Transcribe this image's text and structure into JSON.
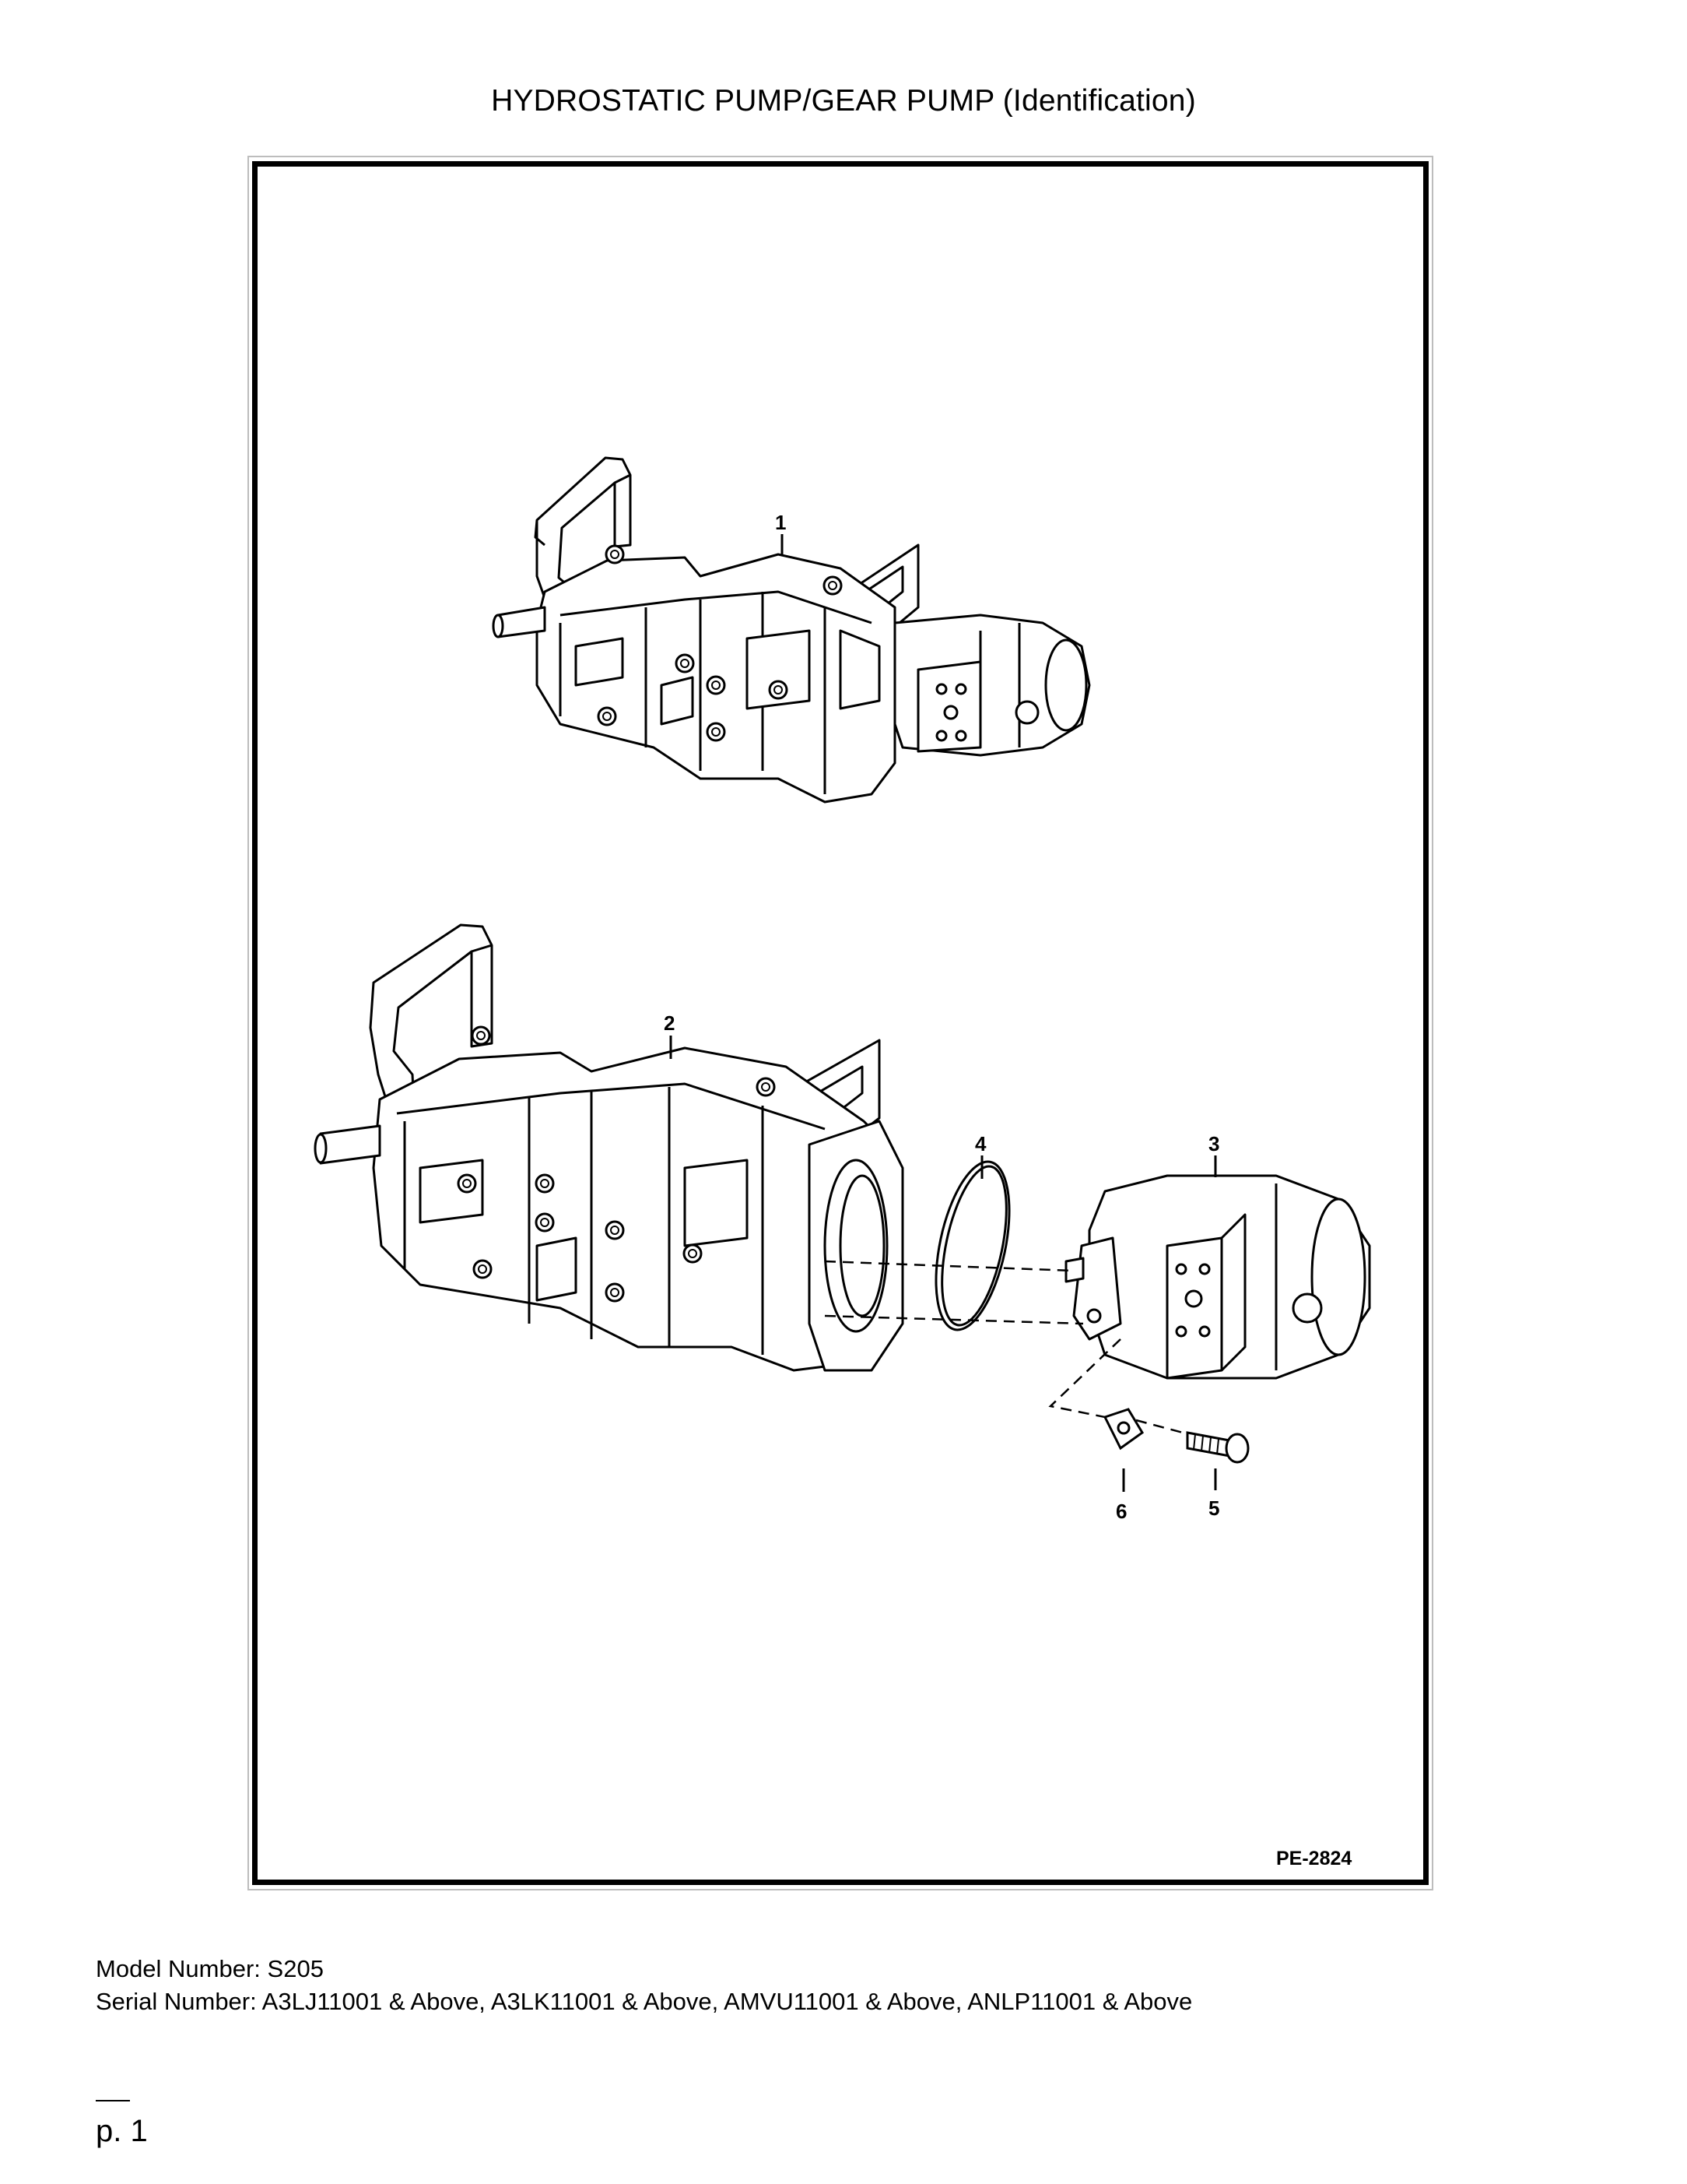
{
  "page": {
    "title": "HYDROSTATIC PUMP/GEAR PUMP (Identification)",
    "page_number": "p. 1"
  },
  "figure": {
    "id": "PE-2824",
    "callouts": [
      "1",
      "2",
      "3",
      "4",
      "5",
      "6"
    ]
  },
  "info": {
    "model_label": "Model Number:",
    "model_value": "S205",
    "serial_label": "Serial Number:",
    "serial_value": "A3LJ11001 & Above, A3LK11001 & Above, AMVU11001 & Above, ANLP11001 & Above"
  }
}
